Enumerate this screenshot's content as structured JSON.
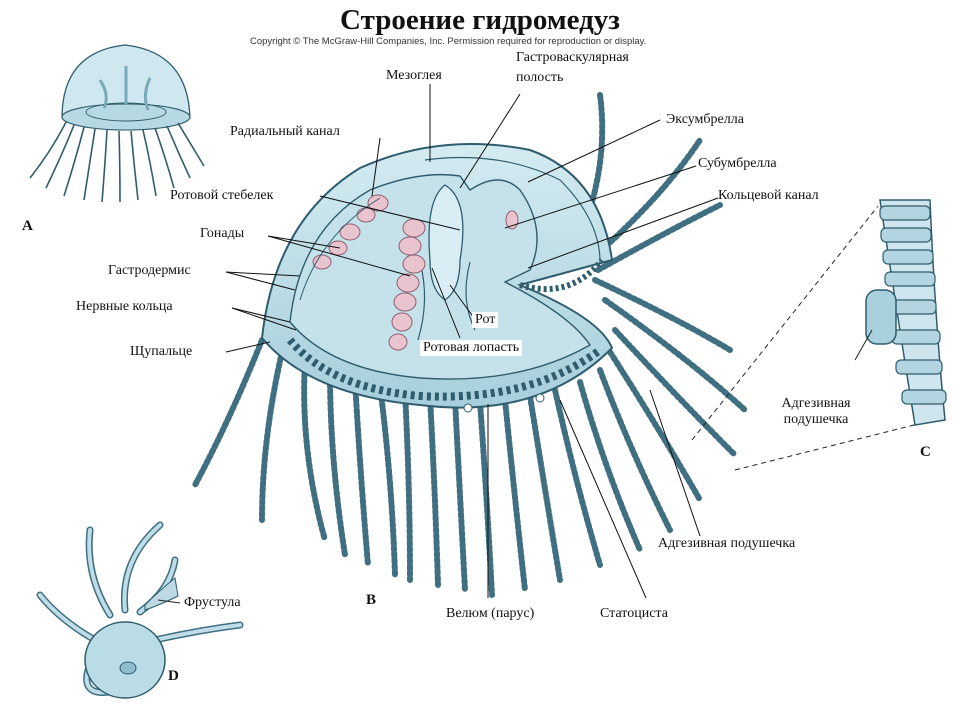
{
  "title": "Строение гидромедуз",
  "copyright": "Copyright © The McGraw-Hill Companies, Inc. Permission required for reproduction or display.",
  "panels": {
    "a": "A",
    "b": "B",
    "c": "C",
    "d": "D"
  },
  "labels": {
    "mesoglea": "Мезоглея",
    "gastrovascular_1": "Гастроваскулярная",
    "gastrovascular_2": "полость",
    "radial_canal": "Радиальный канал",
    "exumbrella": "Эксумбрелла",
    "subumbrella": "Субумбрелла",
    "ring_canal": "Кольцевой канал",
    "oral_stalk": "Ротовой стебелек",
    "gonads": "Гонады",
    "gastrodermis": "Гастродермис",
    "nerve_rings": "Нервные кольца",
    "tentacle": "Щупальце",
    "mouth": "Рот",
    "oral_lobe": "Ротовая лопасть",
    "adhesive_pad_c_1": "Адгезивная",
    "adhesive_pad_c_2": "подушечка",
    "adhesive_pad_b": "Адгезивная подушечка",
    "velum": "Велюм (парус)",
    "statocyst": "Статоциста",
    "frustule": "Фрустула"
  },
  "colors": {
    "body": "#b9dce6",
    "body_dark": "#7fb3c4",
    "outline": "#2f5d6e",
    "gonad": "#e9c4cf"
  }
}
